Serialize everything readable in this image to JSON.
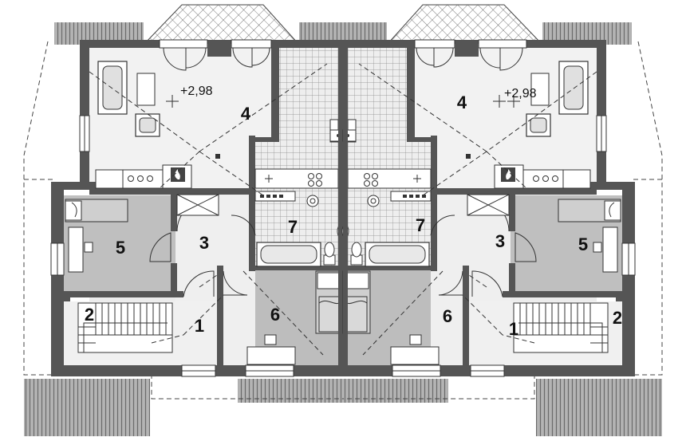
{
  "units": [
    {
      "side": "left",
      "rooms": [
        {
          "number": "1"
        },
        {
          "number": "2"
        },
        {
          "number": "3"
        },
        {
          "number": "4"
        },
        {
          "number": "5"
        },
        {
          "number": "6"
        },
        {
          "number": "7"
        }
      ],
      "level": "+2,98"
    },
    {
      "side": "right",
      "rooms": [
        {
          "number": "1"
        },
        {
          "number": "2"
        },
        {
          "number": "3"
        },
        {
          "number": "4"
        },
        {
          "number": "5"
        },
        {
          "number": "6"
        },
        {
          "number": "7"
        }
      ],
      "level": "+2,98"
    }
  ],
  "colors": {
    "wall": "#555555",
    "floor_light": "#f0f0f0",
    "floor_mid": "#d8d8d8",
    "floor_dark": "#bdbdbd",
    "roof": "#9a9a9a",
    "tile": "#e4e4e4"
  },
  "icons": [
    "fireplace-icon",
    "stove-icon",
    "sink-icon",
    "bathtub-icon",
    "toilet-icon",
    "bed-icon",
    "sofa-icon",
    "armchair-icon",
    "desk-icon",
    "stair-icon",
    "door-swing-icon",
    "window-icon"
  ]
}
